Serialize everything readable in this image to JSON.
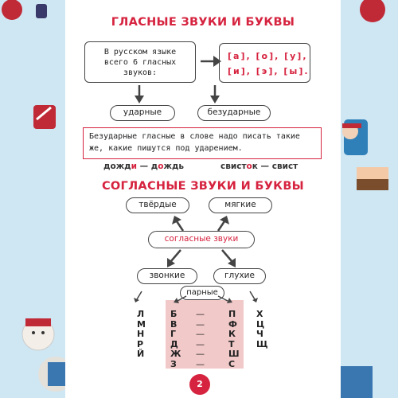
{
  "vowels_section": {
    "title": "ГЛАСНЫЕ ЗВУКИ И БУКВЫ",
    "intro_line1": "В русском языке",
    "intro_line2": "всего 6 гласных",
    "intro_line3": "звуков:",
    "vowels_row1": "[а], [о], [у],",
    "vowels_row2": "[и], [э], [ы].",
    "stressed": "ударные",
    "unstressed": "безударные",
    "rule_line1": "Безударные гласные в слове надо писать такие",
    "rule_line2": "же, какие пишутся под ударением.",
    "example1_a": "дожд",
    "example1_a_red": "и",
    "example1_sep": " — ",
    "example1_b_1": "д",
    "example1_b_red": "о",
    "example1_b_2": "ждь",
    "example2_a_1": "свист",
    "example2_a_red": "о",
    "example2_a_2": "к",
    "example2_sep": " — ",
    "example2_b": "свист"
  },
  "consonants_section": {
    "title": "СОГЛАСНЫЕ ЗВУКИ И БУКВЫ",
    "hard": "твёрдые",
    "soft": "мягкие",
    "center": "согласные звуки",
    "voiced": "звонкие",
    "voiceless": "глухие",
    "paired": "парные",
    "voiced_unpaired": [
      "Л",
      "М",
      "Н",
      "Р",
      "Й"
    ],
    "voiced_paired": [
      "Б",
      "В",
      "Г",
      "Д",
      "Ж",
      "З"
    ],
    "dashes": [
      "—",
      "—",
      "—",
      "—",
      "—",
      "—"
    ],
    "voiceless_paired": [
      "П",
      "Ф",
      "К",
      "Т",
      "Ш",
      "С"
    ],
    "voiceless_unpaired": [
      "Х",
      "Ц",
      "Ч",
      "Щ"
    ]
  },
  "page_number": "2",
  "colors": {
    "accent": "#d6233f",
    "pink": "#f2c9c9",
    "background": "#cfe6f3"
  }
}
